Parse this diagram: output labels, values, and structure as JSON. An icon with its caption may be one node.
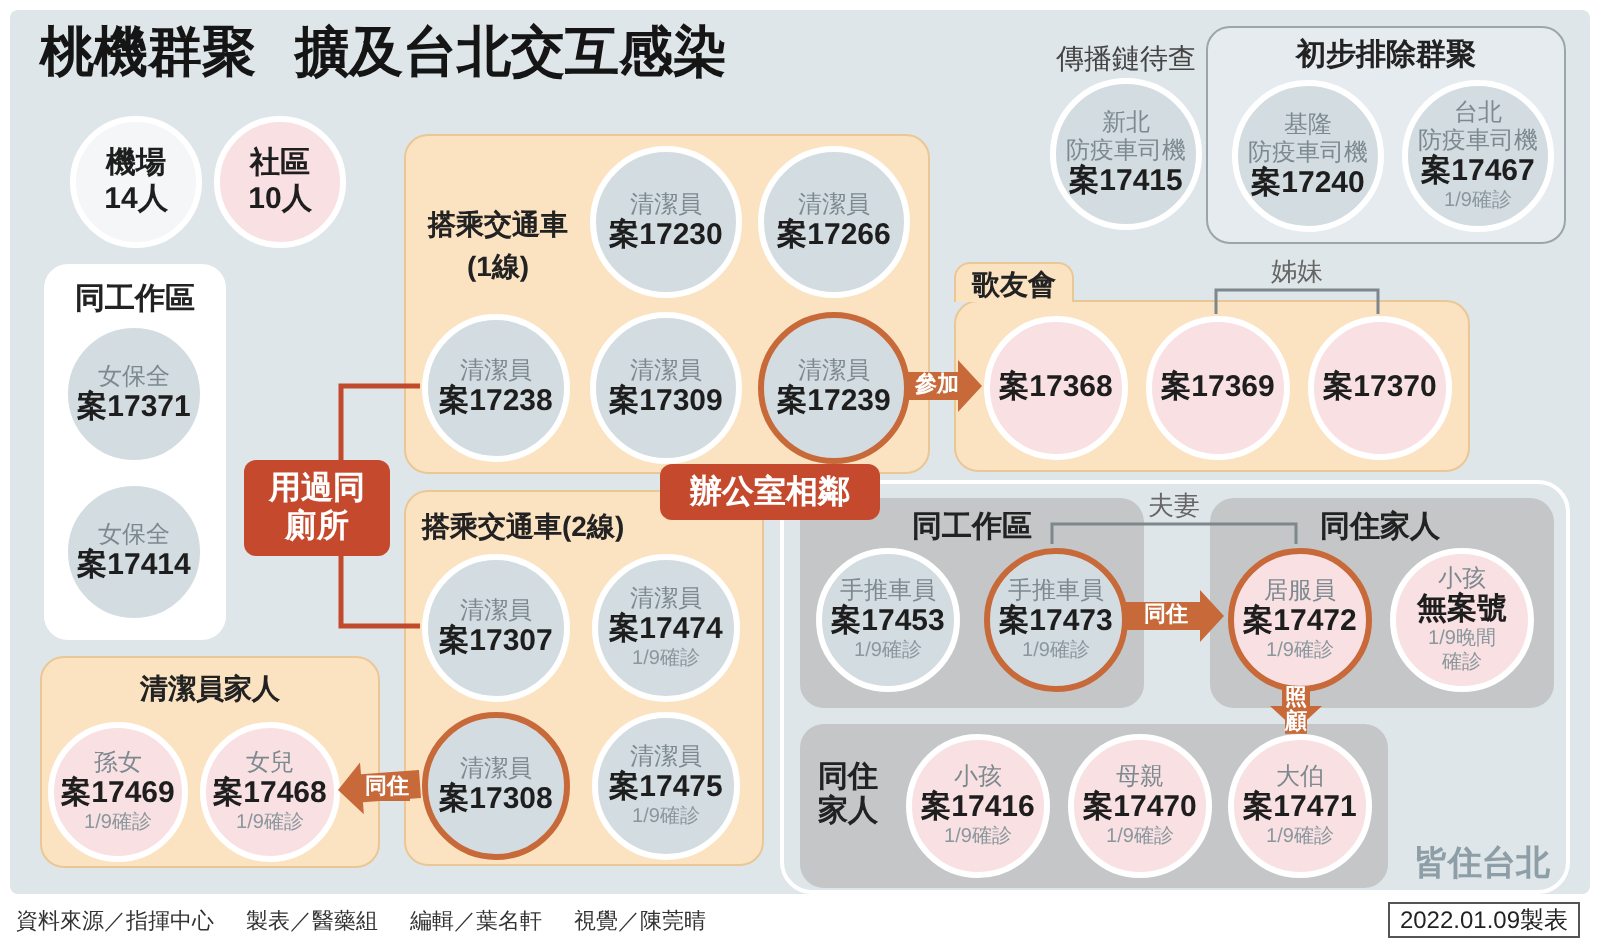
{
  "diagram": {
    "title": "桃機群聚 擴及台北交互感染",
    "nodes": [
      {
        "text": [
          "機場",
          "14人"
        ]
      },
      {
        "text": [
          "社區",
          "10人"
        ]
      },
      {
        "text": [
          "同工作區"
        ]
      },
      {
        "text": [
          "女保全",
          "案17371"
        ],
        "in": 2
      },
      {
        "text": [
          "女保全",
          "案17414"
        ],
        "in": 2
      },
      {
        "text": [
          "搭乘交通車(1線)"
        ]
      },
      {
        "text": [
          "清潔員",
          "案17230"
        ],
        "in": 5
      },
      {
        "text": [
          "清潔員",
          "案17266"
        ],
        "in": 5
      },
      {
        "text": [
          "清潔員",
          "案17238"
        ],
        "in": 5
      },
      {
        "text": [
          "清潔員",
          "案17309"
        ],
        "in": 5
      },
      {
        "text": [
          "清潔員",
          "案17239"
        ],
        "in": 5
      },
      {
        "text": [
          "新北",
          "防疫車司機",
          "案17415"
        ],
        "beside": [
          "傳播鏈待查"
        ]
      },
      {
        "text": [
          "初步排除群聚"
        ]
      },
      {
        "text": [
          "基隆",
          "防疫車司機",
          "案17240"
        ],
        "in": 12
      },
      {
        "text": [
          "台北",
          "防疫車司機",
          "案17467",
          "1/9確診"
        ],
        "in": 12
      },
      {
        "text": [
          "歌友會"
        ]
      },
      {
        "text": [
          "案17368"
        ],
        "in": 15
      },
      {
        "text": [
          "案17369"
        ],
        "in": 15
      },
      {
        "text": [
          "案17370"
        ],
        "in": 15
      },
      {
        "text": [
          "用過同廁所"
        ]
      },
      {
        "text": [
          "辦公室相鄰"
        ]
      },
      {
        "text": [
          "搭乘交通車(2線)"
        ]
      },
      {
        "text": [
          "清潔員",
          "案17307"
        ],
        "in": 21
      },
      {
        "text": [
          "清潔員",
          "案17474",
          "1/9確診"
        ],
        "in": 21
      },
      {
        "text": [
          "清潔員",
          "案17308"
        ],
        "in": 21
      },
      {
        "text": [
          "清潔員",
          "案17475",
          "1/9確診"
        ],
        "in": 21
      },
      {
        "text": [
          "清潔員家人"
        ]
      },
      {
        "text": [
          "孫女",
          "案17469",
          "1/9確診"
        ],
        "in": 26
      },
      {
        "text": [
          "女兒",
          "案17468",
          "1/9確診"
        ],
        "in": 26
      },
      {
        "text": [
          "皆住台北"
        ]
      },
      {
        "text": [
          "同工作區"
        ],
        "in": 29
      },
      {
        "text": [
          "手推車員",
          "案17453",
          "1/9確診"
        ],
        "in": 30
      },
      {
        "text": [
          "手推車員",
          "案17473",
          "1/9確診"
        ],
        "in": 30
      },
      {
        "text": [
          "同住家人"
        ],
        "in": 29
      },
      {
        "text": [
          "居服員",
          "案17472",
          "1/9確診"
        ],
        "in": 33
      },
      {
        "text": [
          "小孩",
          "無案號",
          "1/9晚間確診"
        ],
        "in": 33
      },
      {
        "text": [
          "同住家人"
        ],
        "in": 29
      },
      {
        "text": [
          "小孩",
          "案17416",
          "1/9確診"
        ],
        "in": 36
      },
      {
        "text": [
          "母親",
          "案17470",
          "1/9確診"
        ],
        "in": 36
      },
      {
        "text": [
          "大伯",
          "案17471",
          "1/9確診"
        ],
        "in": 36
      }
    ],
    "edges": [
      {
        "from": 19,
        "to": 8,
        "arrow": "none",
        "color": "#c24a2c"
      },
      {
        "from": 19,
        "to": 22,
        "arrow": "none",
        "color": "#c24a2c"
      },
      {
        "from": 10,
        "to": 16,
        "arrow": "to",
        "label": "參加",
        "style": "thick"
      },
      {
        "from": 17,
        "to": 18,
        "arrow": "none",
        "label": "姊妹",
        "color": "#7d878c"
      },
      {
        "from": 32,
        "to": 34,
        "arrow": "to",
        "label": "同住",
        "style": "thick"
      },
      {
        "from": 32,
        "to": 34,
        "arrow": "none",
        "label": "夫妻",
        "color": "#7d878c"
      },
      {
        "from": 34,
        "to": 39,
        "arrow": "to",
        "label": "照顧",
        "style": "thick"
      },
      {
        "from": 24,
        "to": 28,
        "arrow": "to",
        "label": "同住",
        "style": "thick"
      }
    ],
    "labels": [
      "資料來源／指揮中心",
      "製表／醫藥組",
      "編輯／葉名軒",
      "視覺／陳莞晴",
      "2022.01.09製表"
    ]
  }
}
